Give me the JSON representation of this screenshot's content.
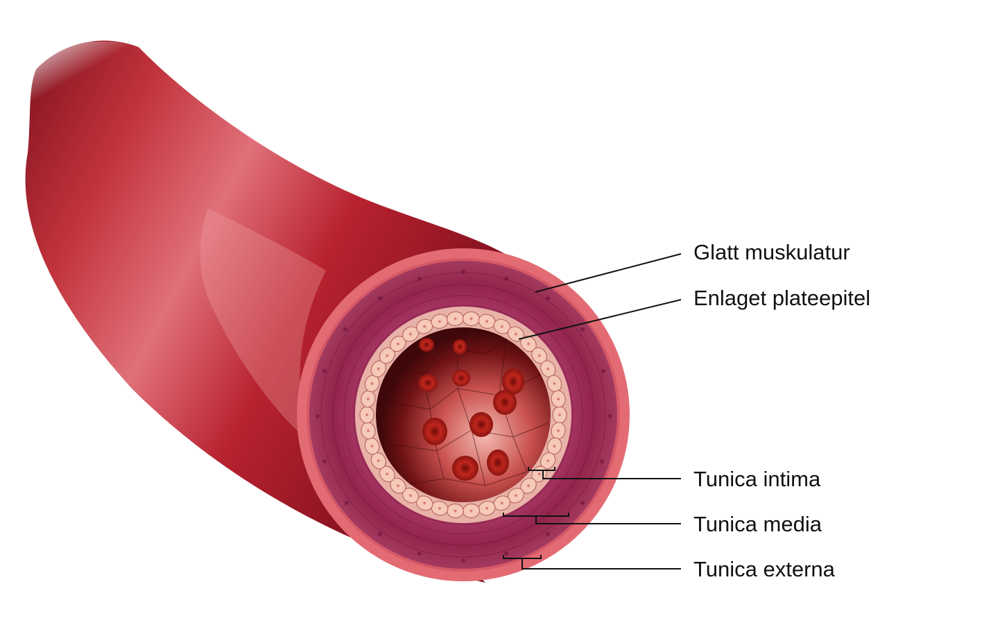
{
  "labels": {
    "glatt_muskulatur": "Glatt muskulatur",
    "enlaget_plateepitel": "Enlaget plateepitel",
    "tunica_intima": "Tunica intima",
    "tunica_media": "Tunica media",
    "tunica_externa": "Tunica externa"
  },
  "colors": {
    "vessel_dark": "#8e1523",
    "vessel_mid": "#b4222f",
    "vessel_light": "#e77a7d",
    "externa": "#e06a72",
    "media": "#9a2c52",
    "intima": "#e9b7ac",
    "endothelial_cell": "#f6c9b9",
    "lumen": "#5a0d12",
    "blood_cell": "#b51c16",
    "leader_line": "#111111"
  }
}
